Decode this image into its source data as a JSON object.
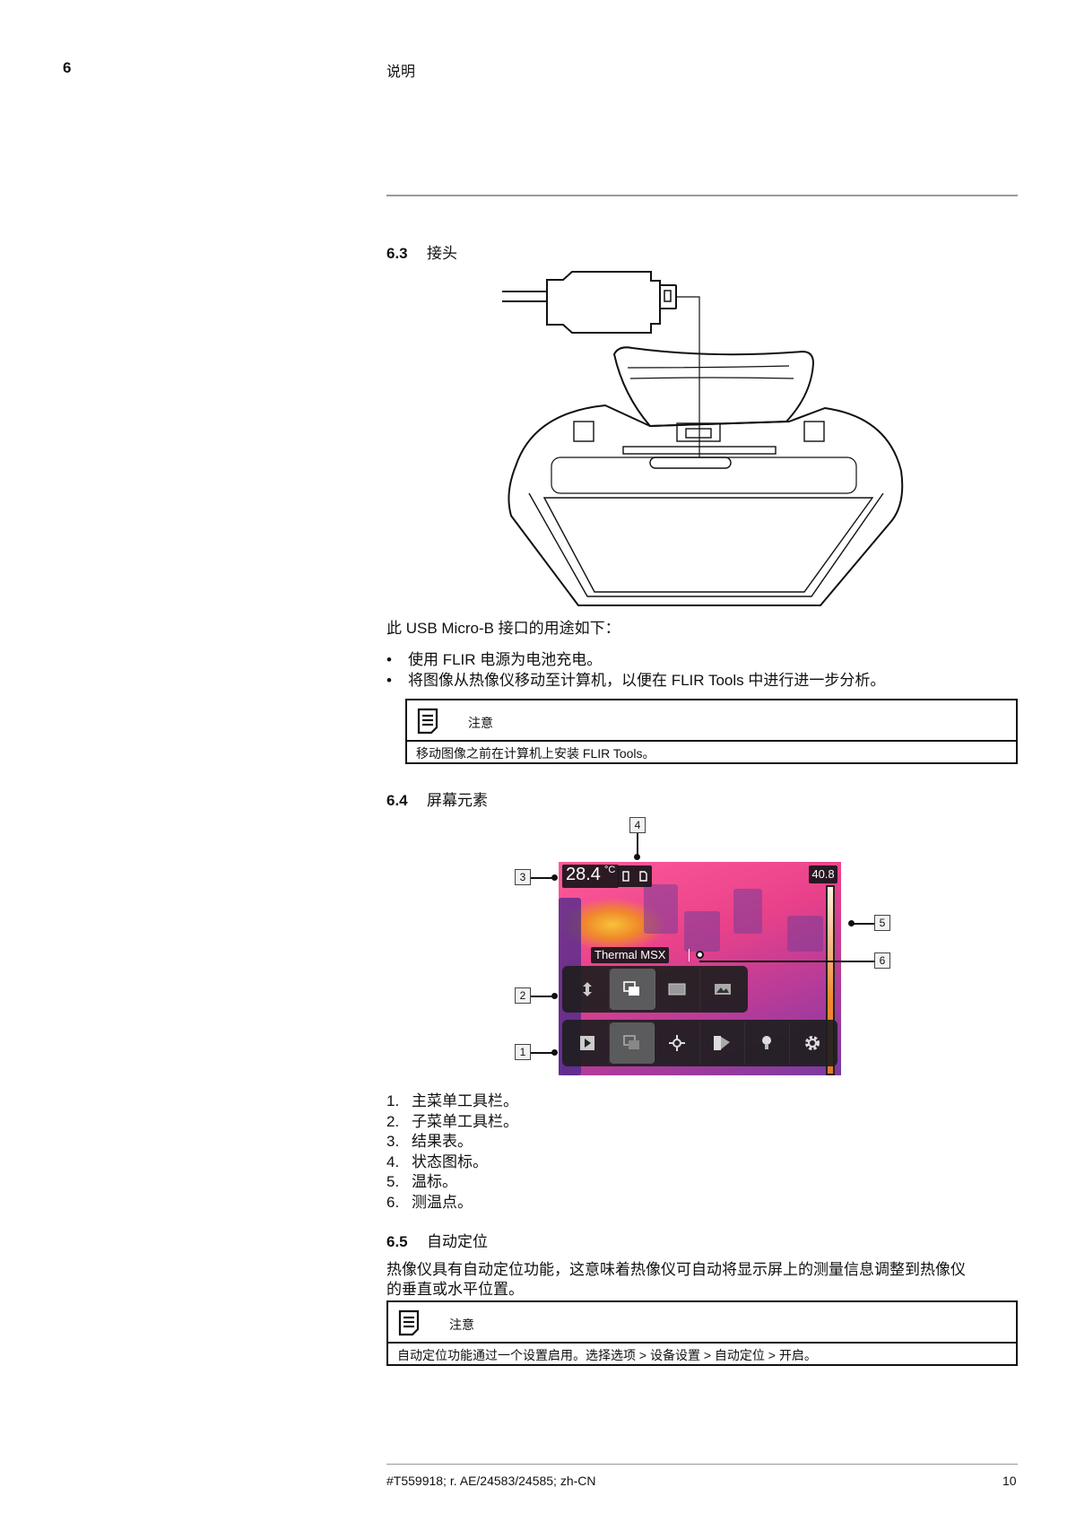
{
  "header": {
    "chapter_number": "6",
    "chapter_title": "说明"
  },
  "section_6_3": {
    "number": "6.3",
    "title": "接头",
    "figure_alt": "USB Micro-B cable connector plugged into camera top port",
    "intro": "此 USB Micro-B 接口的用途如下：",
    "bullets": [
      "使用 FLIR 电源为电池充电。",
      "将图像从热像仪移动至计算机，以便在 FLIR Tools 中进行进一步分析。"
    ],
    "note": {
      "label": "注意",
      "text": "移动图像之前在计算机上安装 FLIR Tools。"
    }
  },
  "section_6_4": {
    "number": "6.4",
    "title": "屏幕元素",
    "screen": {
      "result_value": "28.4",
      "result_unit": "°C",
      "scale_max": "40.8",
      "mode_label": "Thermal MSX",
      "status_icons": [
        "battery-icon",
        "sd-card-icon"
      ],
      "submenu_icons": [
        "rotate-arrow-icon",
        "msx-mode-icon",
        "thermal-icon",
        "visual-image-icon"
      ],
      "mainmenu_icons": [
        "play-archive-icon",
        "image-mode-icon",
        "spot-meter-icon",
        "color-palette-icon",
        "lamp-icon",
        "settings-gear-icon"
      ]
    },
    "callouts": [
      "1",
      "2",
      "3",
      "4",
      "5",
      "6"
    ],
    "items": [
      {
        "n": "1.",
        "text": "主菜单工具栏。"
      },
      {
        "n": "2.",
        "text": "子菜单工具栏。"
      },
      {
        "n": "3.",
        "text": "结果表。"
      },
      {
        "n": "4.",
        "text": "状态图标。"
      },
      {
        "n": "5.",
        "text": "温标。"
      },
      {
        "n": "6.",
        "text": "测温点。"
      }
    ]
  },
  "section_6_5": {
    "number": "6.5",
    "title": "自动定位",
    "para_line1": "热像仪具有自动定位功能，这意味着热像仪可自动将显示屏上的测量信息调整到热像仪",
    "para_line2": "的垂直或水平位置。",
    "note": {
      "label": "注意",
      "text": "自动定位功能通过一个设置启用。选择选项 > 设备设置 > 自动定位 > 开启。"
    }
  },
  "footer": {
    "doc_id": "#T559918; r. AE/24583/24585; zh-CN",
    "page": "10"
  }
}
